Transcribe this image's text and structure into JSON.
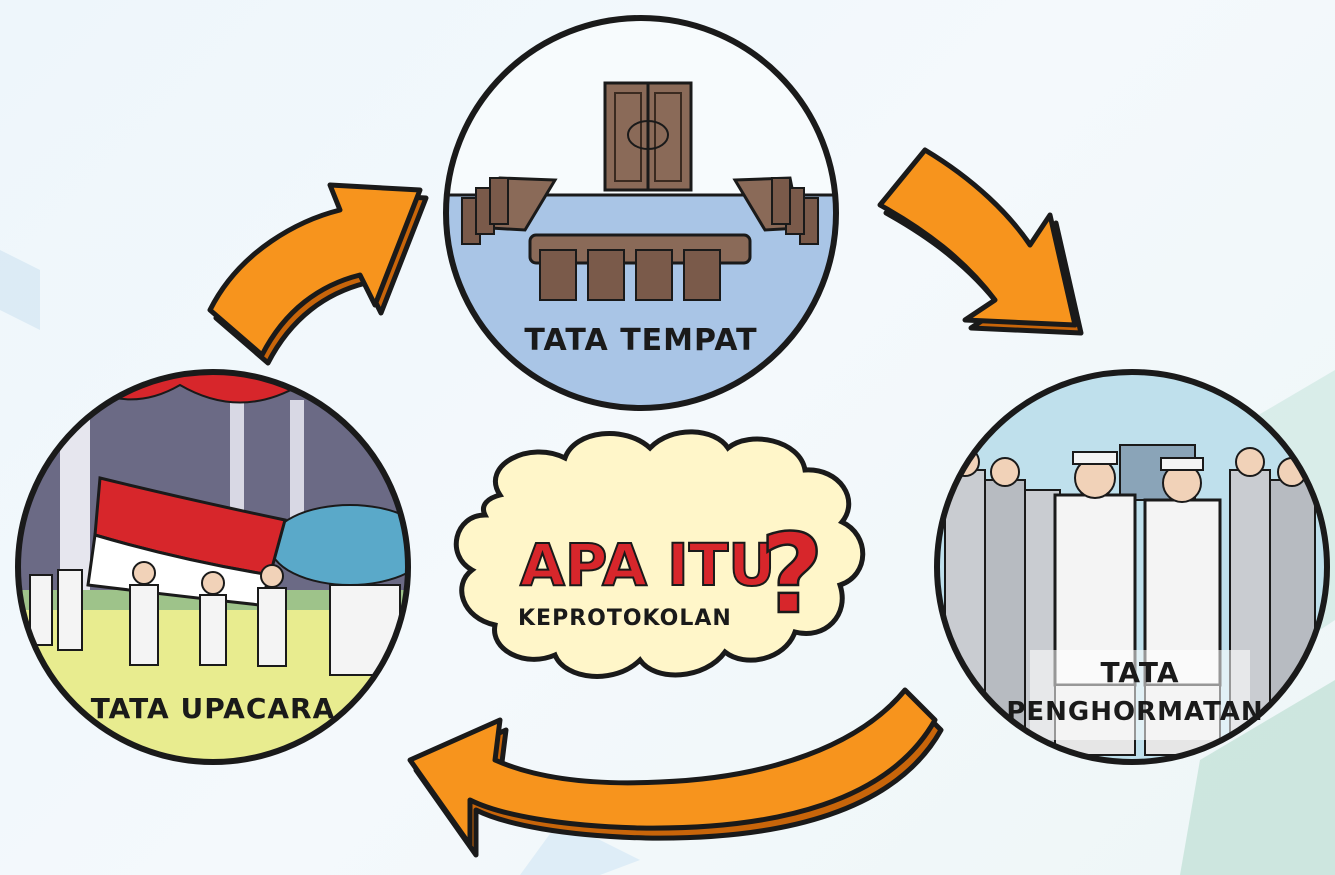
{
  "center": {
    "headline": "APA ITU",
    "question_mark": "?",
    "subtitle": "KEPROTOKOLAN"
  },
  "nodes": [
    {
      "label_lines": [
        "TATA TEMPAT"
      ],
      "scene": "meeting-room"
    },
    {
      "label_lines": [
        "TATA",
        "PENGHORMATAN"
      ],
      "scene": "officials-saluting"
    },
    {
      "label_lines": [
        "TATA UPACARA"
      ],
      "scene": "flag-ceremony"
    }
  ],
  "colors": {
    "arrow_fill": "#f7941d",
    "arrow_side": "#c8650a",
    "outline": "#1a1a1a",
    "cloud_fill": "#fff6c9",
    "headline_red": "#d7262b"
  }
}
